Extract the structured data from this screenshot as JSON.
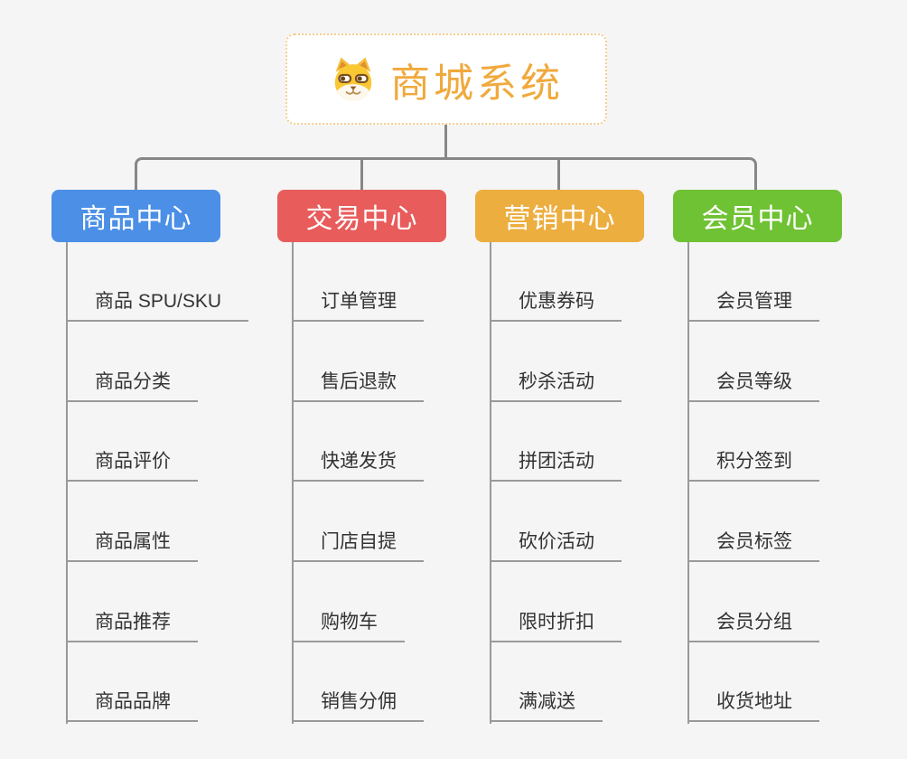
{
  "root": {
    "title": "商城系统",
    "icon": "dog-face-icon",
    "text_color": "#f0a93c",
    "border_color": "#f5ce8f",
    "background": "#ffffff"
  },
  "branches": [
    {
      "label": "商品中心",
      "color": "#4b8fe6",
      "children": [
        "商品 SPU/SKU",
        "商品分类",
        "商品评价",
        "商品属性",
        "商品推荐",
        "商品品牌"
      ]
    },
    {
      "label": "交易中心",
      "color": "#e85c5c",
      "children": [
        "订单管理",
        "售后退款",
        "快递发货",
        "门店自提",
        "购物车",
        "销售分佣"
      ]
    },
    {
      "label": "营销中心",
      "color": "#ecae3f",
      "children": [
        "优惠券码",
        "秒杀活动",
        "拼团活动",
        "砍价活动",
        "限时折扣",
        "满减送"
      ]
    },
    {
      "label": "会员中心",
      "color": "#6fc233",
      "children": [
        "会员管理",
        "会员等级",
        "积分签到",
        "会员标签",
        "会员分组",
        "收货地址"
      ]
    }
  ],
  "colors": {
    "canvas_background": "#f5f5f5",
    "connector_line": "#878787",
    "leaf_underline": "#999999",
    "leaf_text": "#333333",
    "branch_text": "#ffffff"
  }
}
